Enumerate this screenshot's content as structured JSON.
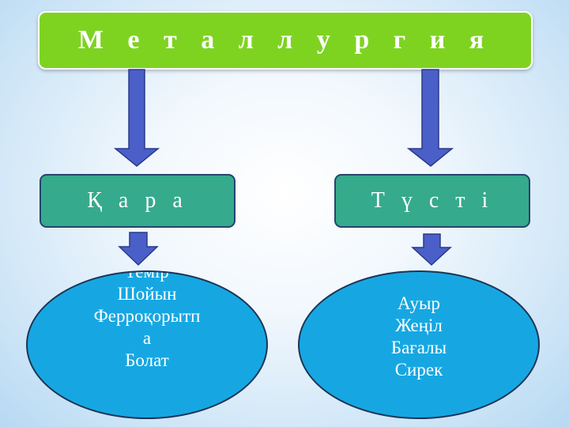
{
  "title": "М е т а л л у р г и я",
  "categories": [
    {
      "label": "Қ а р а",
      "items": [
        "Темір",
        "Шойын",
        "Ферроқорытп",
        "а",
        "Болат"
      ]
    },
    {
      "label": "Т ү с т і",
      "items": [
        "Ауыр",
        "Жеңіл",
        "Бағалы",
        "Сирек"
      ]
    }
  ],
  "colors": {
    "title_box": "#7ed321",
    "category_box": "#35aa8c",
    "oval": "#16a7e2",
    "arrow": "#4a5fc8"
  }
}
